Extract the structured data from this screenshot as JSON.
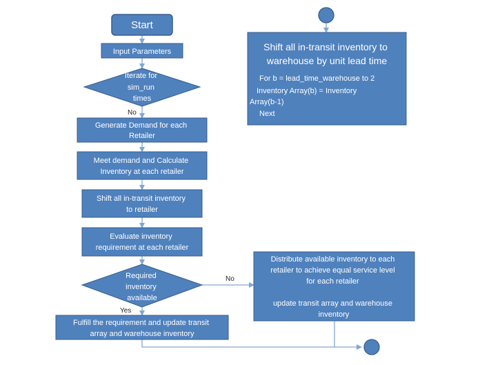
{
  "colors": {
    "node_fill": "#4f81bd",
    "node_stroke": "#385d8a",
    "edge": "#7fa8d2",
    "text_on_node": "#ffffff",
    "label_text": "#1f1f1f"
  },
  "nodes": {
    "start": {
      "label": "Start"
    },
    "input_parameters": {
      "label": "Input Parameters"
    },
    "iterate": {
      "lines": [
        "Iterate for",
        "sim_run",
        "times"
      ]
    },
    "generate_demand": {
      "lines": [
        "Generate Demand for each",
        "Retailer"
      ]
    },
    "meet_demand": {
      "lines": [
        "Meet demand and Calculate",
        "Inventory at each retailer"
      ]
    },
    "shift_to_retailer": {
      "lines": [
        "Shift all in-transit inventory",
        "to retailer"
      ]
    },
    "evaluate": {
      "lines": [
        "Evaluate inventory",
        "requirement at each retailer"
      ]
    },
    "required_available": {
      "lines": [
        "Required",
        "inventory",
        "available"
      ]
    },
    "fulfill": {
      "lines": [
        "Fulfill the requirement and update transit",
        "array and warehouse inventory"
      ]
    },
    "distribute": {
      "lines": [
        "Distribute available inventory to each",
        "retailer to achieve equal service level",
        "for each retailer",
        "",
        "update transit array and warehouse",
        "inventory"
      ]
    },
    "shift_warehouse": {
      "title_lines": [
        "Shift all in-transit inventory to",
        "warehouse by unit lead time"
      ],
      "code_lines": [
        "For b = lead_time_warehouse to 2",
        "Inventory Array(b) = Inventory",
        "Array(b-1)",
        "Next"
      ]
    }
  },
  "edge_labels": {
    "no_iterate": "No",
    "no_required": "No",
    "yes_required": "Yes"
  }
}
